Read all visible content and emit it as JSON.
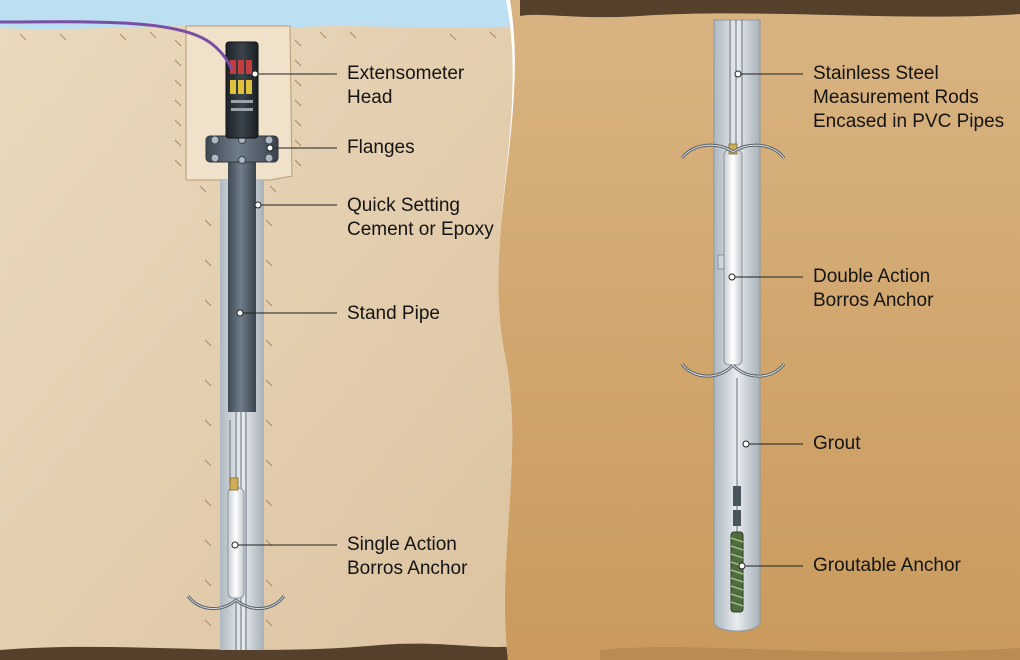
{
  "diagram": {
    "left_panel": {
      "labels": {
        "extensometer_head": [
          "Extensometer",
          "Head"
        ],
        "flanges": [
          "Flanges"
        ],
        "quick_setting": [
          "Quick Setting",
          "Cement or Epoxy"
        ],
        "stand_pipe": [
          "Stand Pipe"
        ],
        "single_action_anchor": [
          "Single Action",
          "Borros Anchor"
        ]
      }
    },
    "right_panel": {
      "labels": {
        "measurement_rods": [
          "Stainless Steel",
          "Measurement Rods",
          "Encased in PVC Pipes"
        ],
        "double_action_anchor": [
          "Double Action",
          "Borros Anchor"
        ],
        "grout": [
          "Grout"
        ],
        "groutable_anchor": [
          "Groutable Anchor"
        ]
      }
    },
    "colors": {
      "sky": "#bcdff2",
      "soil_left": "#e6d2b4",
      "soil_right": "#d3ab74",
      "soil_dark": "#55402b",
      "backfill": "#eddcc2",
      "pipe": "#5d6a76",
      "pipe_dark": "#3c4650",
      "borehole": "#d9dee3",
      "cable": "#7a4fa3",
      "leader": "#222222"
    }
  }
}
